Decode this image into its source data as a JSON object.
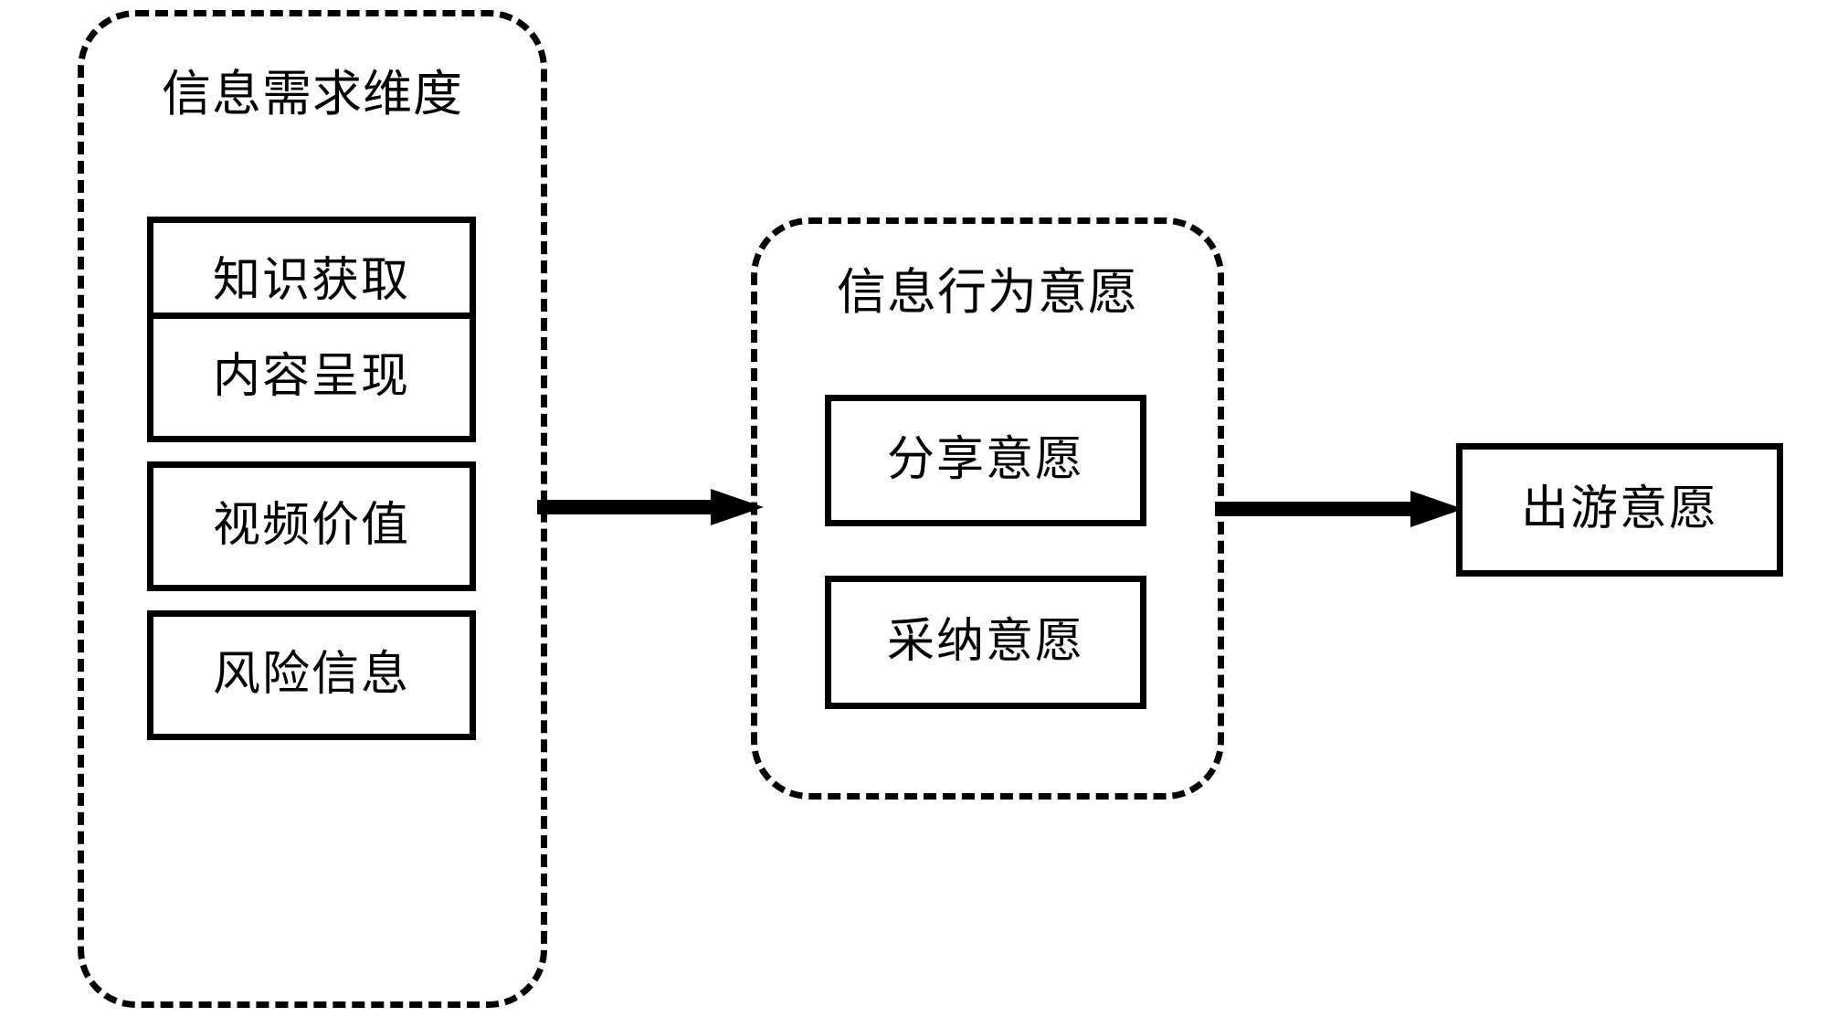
{
  "diagram": {
    "title": "",
    "background_color": "#ffffff",
    "line_color": "#000000",
    "groups": [
      {
        "id": "information-need-dimension",
        "label": "信息需求维度",
        "border_style": "dashed",
        "nodes": [
          {
            "id": "knowledge-acquisition",
            "label": "知识获取"
          },
          {
            "id": "content-presentation",
            "label": "内容呈现"
          },
          {
            "id": "video-value",
            "label": "视频价值"
          },
          {
            "id": "risk-information",
            "label": "风险信息"
          }
        ]
      },
      {
        "id": "information-behavior-intention",
        "label": "信息行为意愿",
        "border_style": "dashed",
        "nodes": [
          {
            "id": "sharing-intention",
            "label": "分享意愿"
          },
          {
            "id": "adoption-intention",
            "label": "采纳意愿"
          }
        ]
      }
    ],
    "standalone_nodes": [
      {
        "id": "travel-intention",
        "label": "出游意愿",
        "border_style": "solid"
      }
    ],
    "arrows": [
      {
        "id": "need-to-behavior",
        "from": "information-need-dimension",
        "to": "information-behavior-intention",
        "direction": "right",
        "label": "",
        "style": "solid-filled-head"
      },
      {
        "id": "behavior-to-travel",
        "from": "information-behavior-intention",
        "to": "travel-intention",
        "direction": "right",
        "label": "",
        "style": "solid-filled-head"
      }
    ]
  }
}
